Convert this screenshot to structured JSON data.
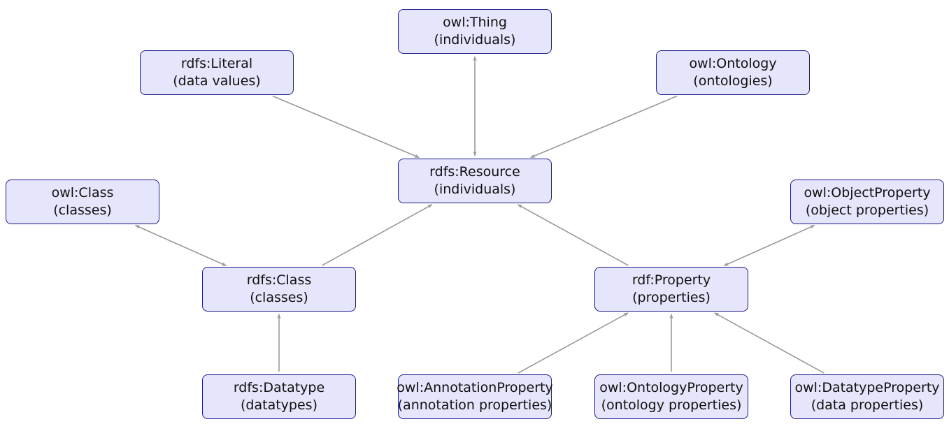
{
  "nodes": {
    "owl_thing": {
      "name": "owl:Thing",
      "desc": "(individuals)"
    },
    "rdfs_literal": {
      "name": "rdfs:Literal",
      "desc": "(data values)"
    },
    "owl_ontology": {
      "name": "owl:Ontology",
      "desc": "(ontologies)"
    },
    "rdfs_resource": {
      "name": "rdfs:Resource",
      "desc": "(individuals)"
    },
    "owl_class": {
      "name": "owl:Class",
      "desc": "(classes)"
    },
    "owl_objectproperty": {
      "name": "owl:ObjectProperty",
      "desc": "(object properties)"
    },
    "rdfs_class": {
      "name": "rdfs:Class",
      "desc": "(classes)"
    },
    "rdf_property": {
      "name": "rdf:Property",
      "desc": "(properties)"
    },
    "rdfs_datatype": {
      "name": "rdfs:Datatype",
      "desc": "(datatypes)"
    },
    "owl_annotationproperty": {
      "name": "owl:AnnotationProperty",
      "desc": "(annotation properties)"
    },
    "owl_ontologyproperty": {
      "name": "owl:OntologyProperty",
      "desc": "(ontology properties)"
    },
    "owl_datatypeproperty": {
      "name": "owl:DatatypeProperty",
      "desc": "(data properties)"
    }
  },
  "edges": [
    {
      "from": "rdfs_resource",
      "to": "owl_thing",
      "arrow": "both"
    },
    {
      "from": "rdfs_literal",
      "to": "rdfs_resource",
      "arrow": "end"
    },
    {
      "from": "owl_ontology",
      "to": "rdfs_resource",
      "arrow": "end"
    },
    {
      "from": "rdfs_class",
      "to": "owl_class",
      "arrow": "both"
    },
    {
      "from": "rdfs_class",
      "to": "rdfs_resource",
      "arrow": "end"
    },
    {
      "from": "rdf_property",
      "to": "rdfs_resource",
      "arrow": "end"
    },
    {
      "from": "rdf_property",
      "to": "owl_objectproperty",
      "arrow": "both"
    },
    {
      "from": "rdfs_datatype",
      "to": "rdfs_class",
      "arrow": "end"
    },
    {
      "from": "owl_annotationproperty",
      "to": "rdf_property",
      "arrow": "end"
    },
    {
      "from": "owl_ontologyproperty",
      "to": "rdf_property",
      "arrow": "end"
    },
    {
      "from": "owl_datatypeproperty",
      "to": "rdf_property",
      "arrow": "end"
    }
  ],
  "colors": {
    "node_fill": "#e5e5fb",
    "node_border": "#1b1b8c",
    "edge": "#999999"
  }
}
